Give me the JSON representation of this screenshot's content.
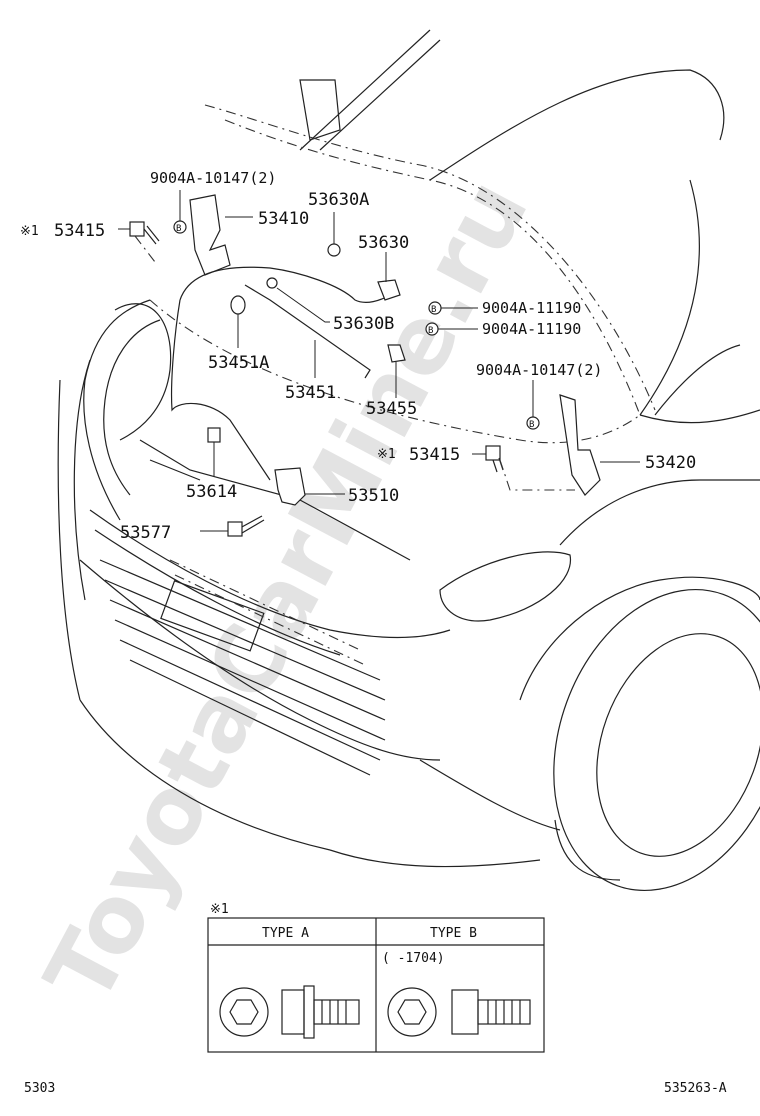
{
  "diagram": {
    "watermark": "ToyotaCarMine.ru",
    "footer_left": "5303",
    "footer_right": "535263-A",
    "bolt_marker": "B",
    "ref_mark": "※1",
    "labels": {
      "p9004a10147_top": "9004A-10147(2)",
      "p53415_left": "53415",
      "p53410": "53410",
      "p53630a": "53630A",
      "p53630": "53630",
      "p9004a11190_a": "9004A-11190",
      "p9004a11190_b": "9004A-11190",
      "p53630b": "53630B",
      "p53451a": "53451A",
      "p53451": "53451",
      "p53455": "53455",
      "p9004a10147_right": "9004A-10147(2)",
      "p53415_right": "53415",
      "p53420": "53420",
      "p53614": "53614",
      "p53510": "53510",
      "p53577": "53577"
    },
    "table": {
      "mark": "※1",
      "type_a": "TYPE A",
      "type_b": "TYPE B",
      "type_b_note": "(       -1704)"
    }
  }
}
